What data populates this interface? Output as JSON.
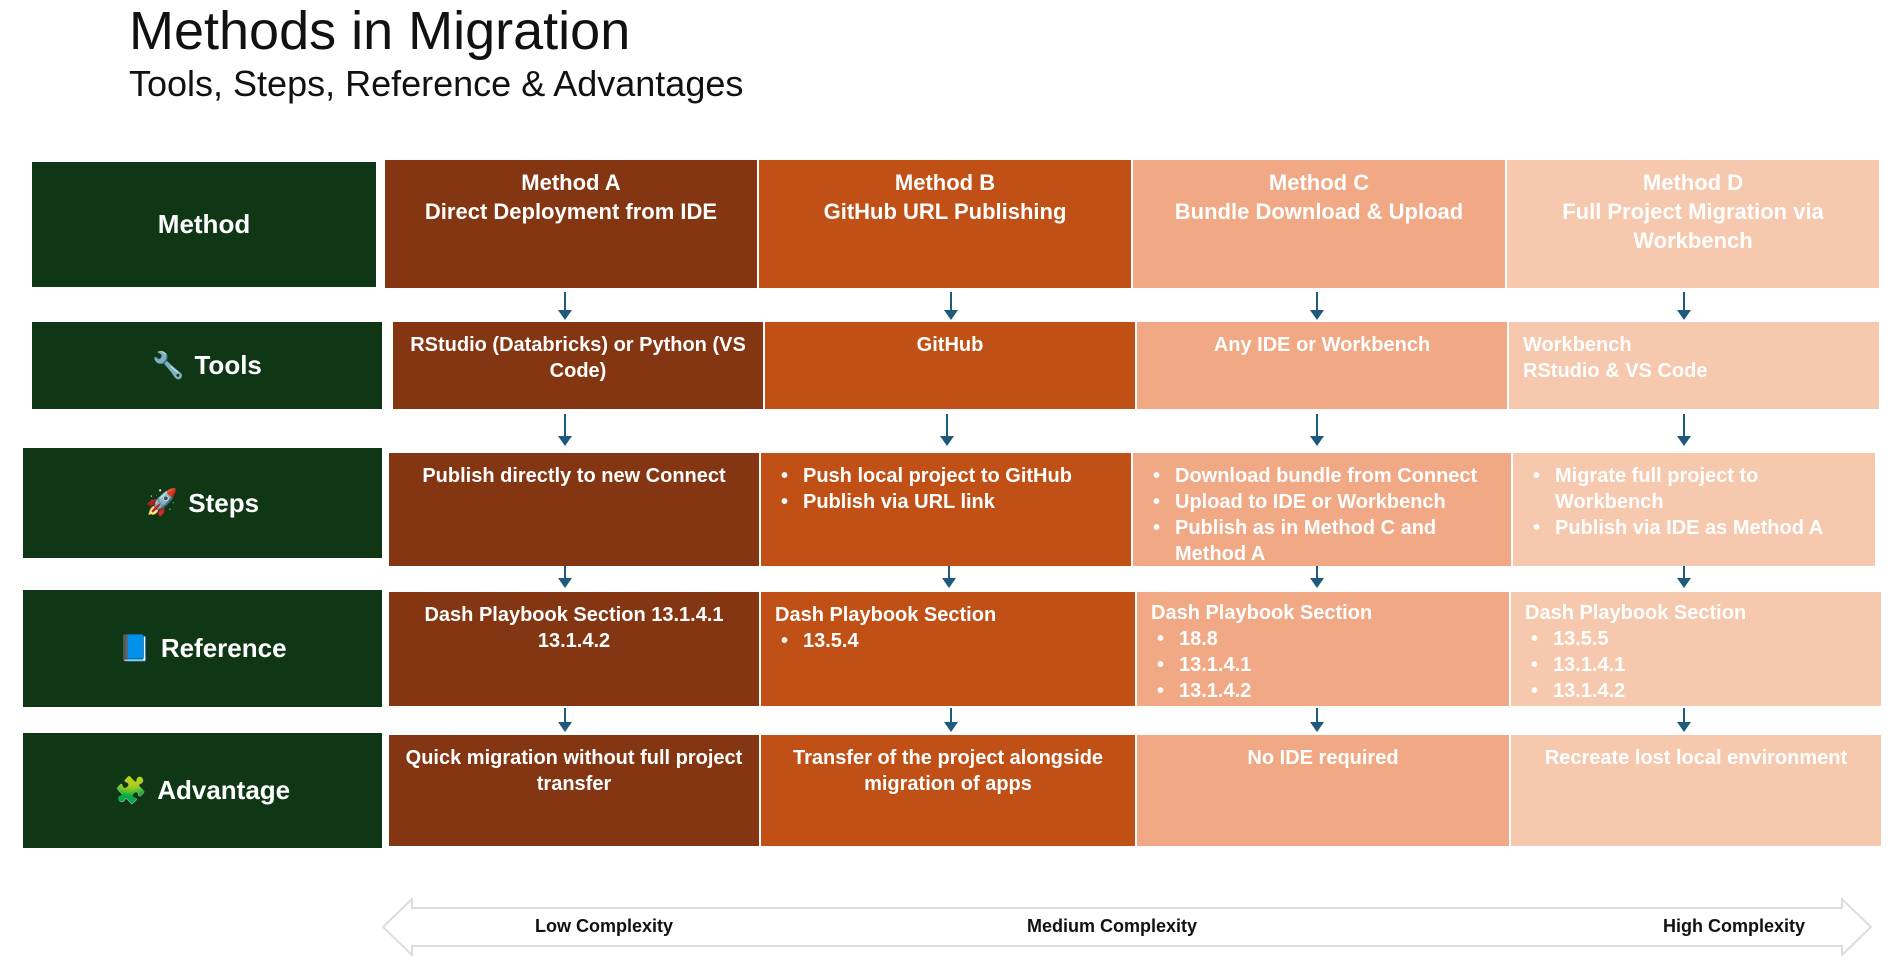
{
  "header": {
    "title": "Methods in Migration",
    "subtitle": "Tools, Steps, Reference & Advantages"
  },
  "rows": {
    "method": {
      "label": "Method"
    },
    "tools": {
      "icon": "wrench-icon",
      "emoji": "🔧",
      "label": "Tools"
    },
    "steps": {
      "icon": "rocket-icon",
      "emoji": "🚀",
      "label": "Steps"
    },
    "reference": {
      "icon": "book-icon",
      "emoji": "📘",
      "label": "Reference"
    },
    "advantage": {
      "icon": "puzzle-icon",
      "emoji": "🧩",
      "label": "Advantage"
    }
  },
  "methods": [
    {
      "name": "Method A",
      "title": "Direct Deployment from IDE",
      "tools": "RStudio (Databricks) or Python (VS Code)",
      "steps_text": "Publish directly to new Connect",
      "reference_title": "Dash Playbook Section 13.1.4.1",
      "reference_line2": "13.1.4.2",
      "advantage": "Quick migration without full project transfer"
    },
    {
      "name": "Method B",
      "title": "GitHub URL Publishing",
      "tools": "GitHub",
      "steps": [
        "Push  local project to GitHub",
        "Publish via URL link"
      ],
      "reference_title": "Dash Playbook Section",
      "reference_items": [
        "13.5.4"
      ],
      "advantage": "Transfer of the project alongside migration of apps"
    },
    {
      "name": "Method C",
      "title": "Bundle Download & Upload",
      "tools": "Any IDE or Workbench",
      "steps": [
        "Download bundle from  Connect",
        "Upload to IDE or Workbench",
        "Publish as in Method C and Method A"
      ],
      "reference_title": "Dash Playbook Section",
      "reference_items": [
        "18.8",
        "13.1.4.1",
        "13.1.4.2"
      ],
      "advantage": "No IDE required"
    },
    {
      "name": "Method D",
      "title": "Full Project Migration via Workbench",
      "tools_line1": "Workbench",
      "tools_line2": "RStudio & VS Code",
      "steps": [
        "Migrate full project to Workbench",
        "Publish via IDE as Method A"
      ],
      "reference_title": "Dash Playbook Section",
      "reference_items": [
        "13.5.5",
        "13.1.4.1",
        "13.1.4.2"
      ],
      "advantage": "Recreate lost local environment"
    }
  ],
  "complexity": {
    "low": "Low Complexity",
    "medium": "Medium Complexity",
    "high": "High Complexity"
  },
  "colors": {
    "label_bg": "#0f3715",
    "method_a": "#843511",
    "method_b": "#c05016",
    "method_c": "#f1a985",
    "method_d": "#f6c8ae",
    "arrow": "#1d5a7c"
  }
}
